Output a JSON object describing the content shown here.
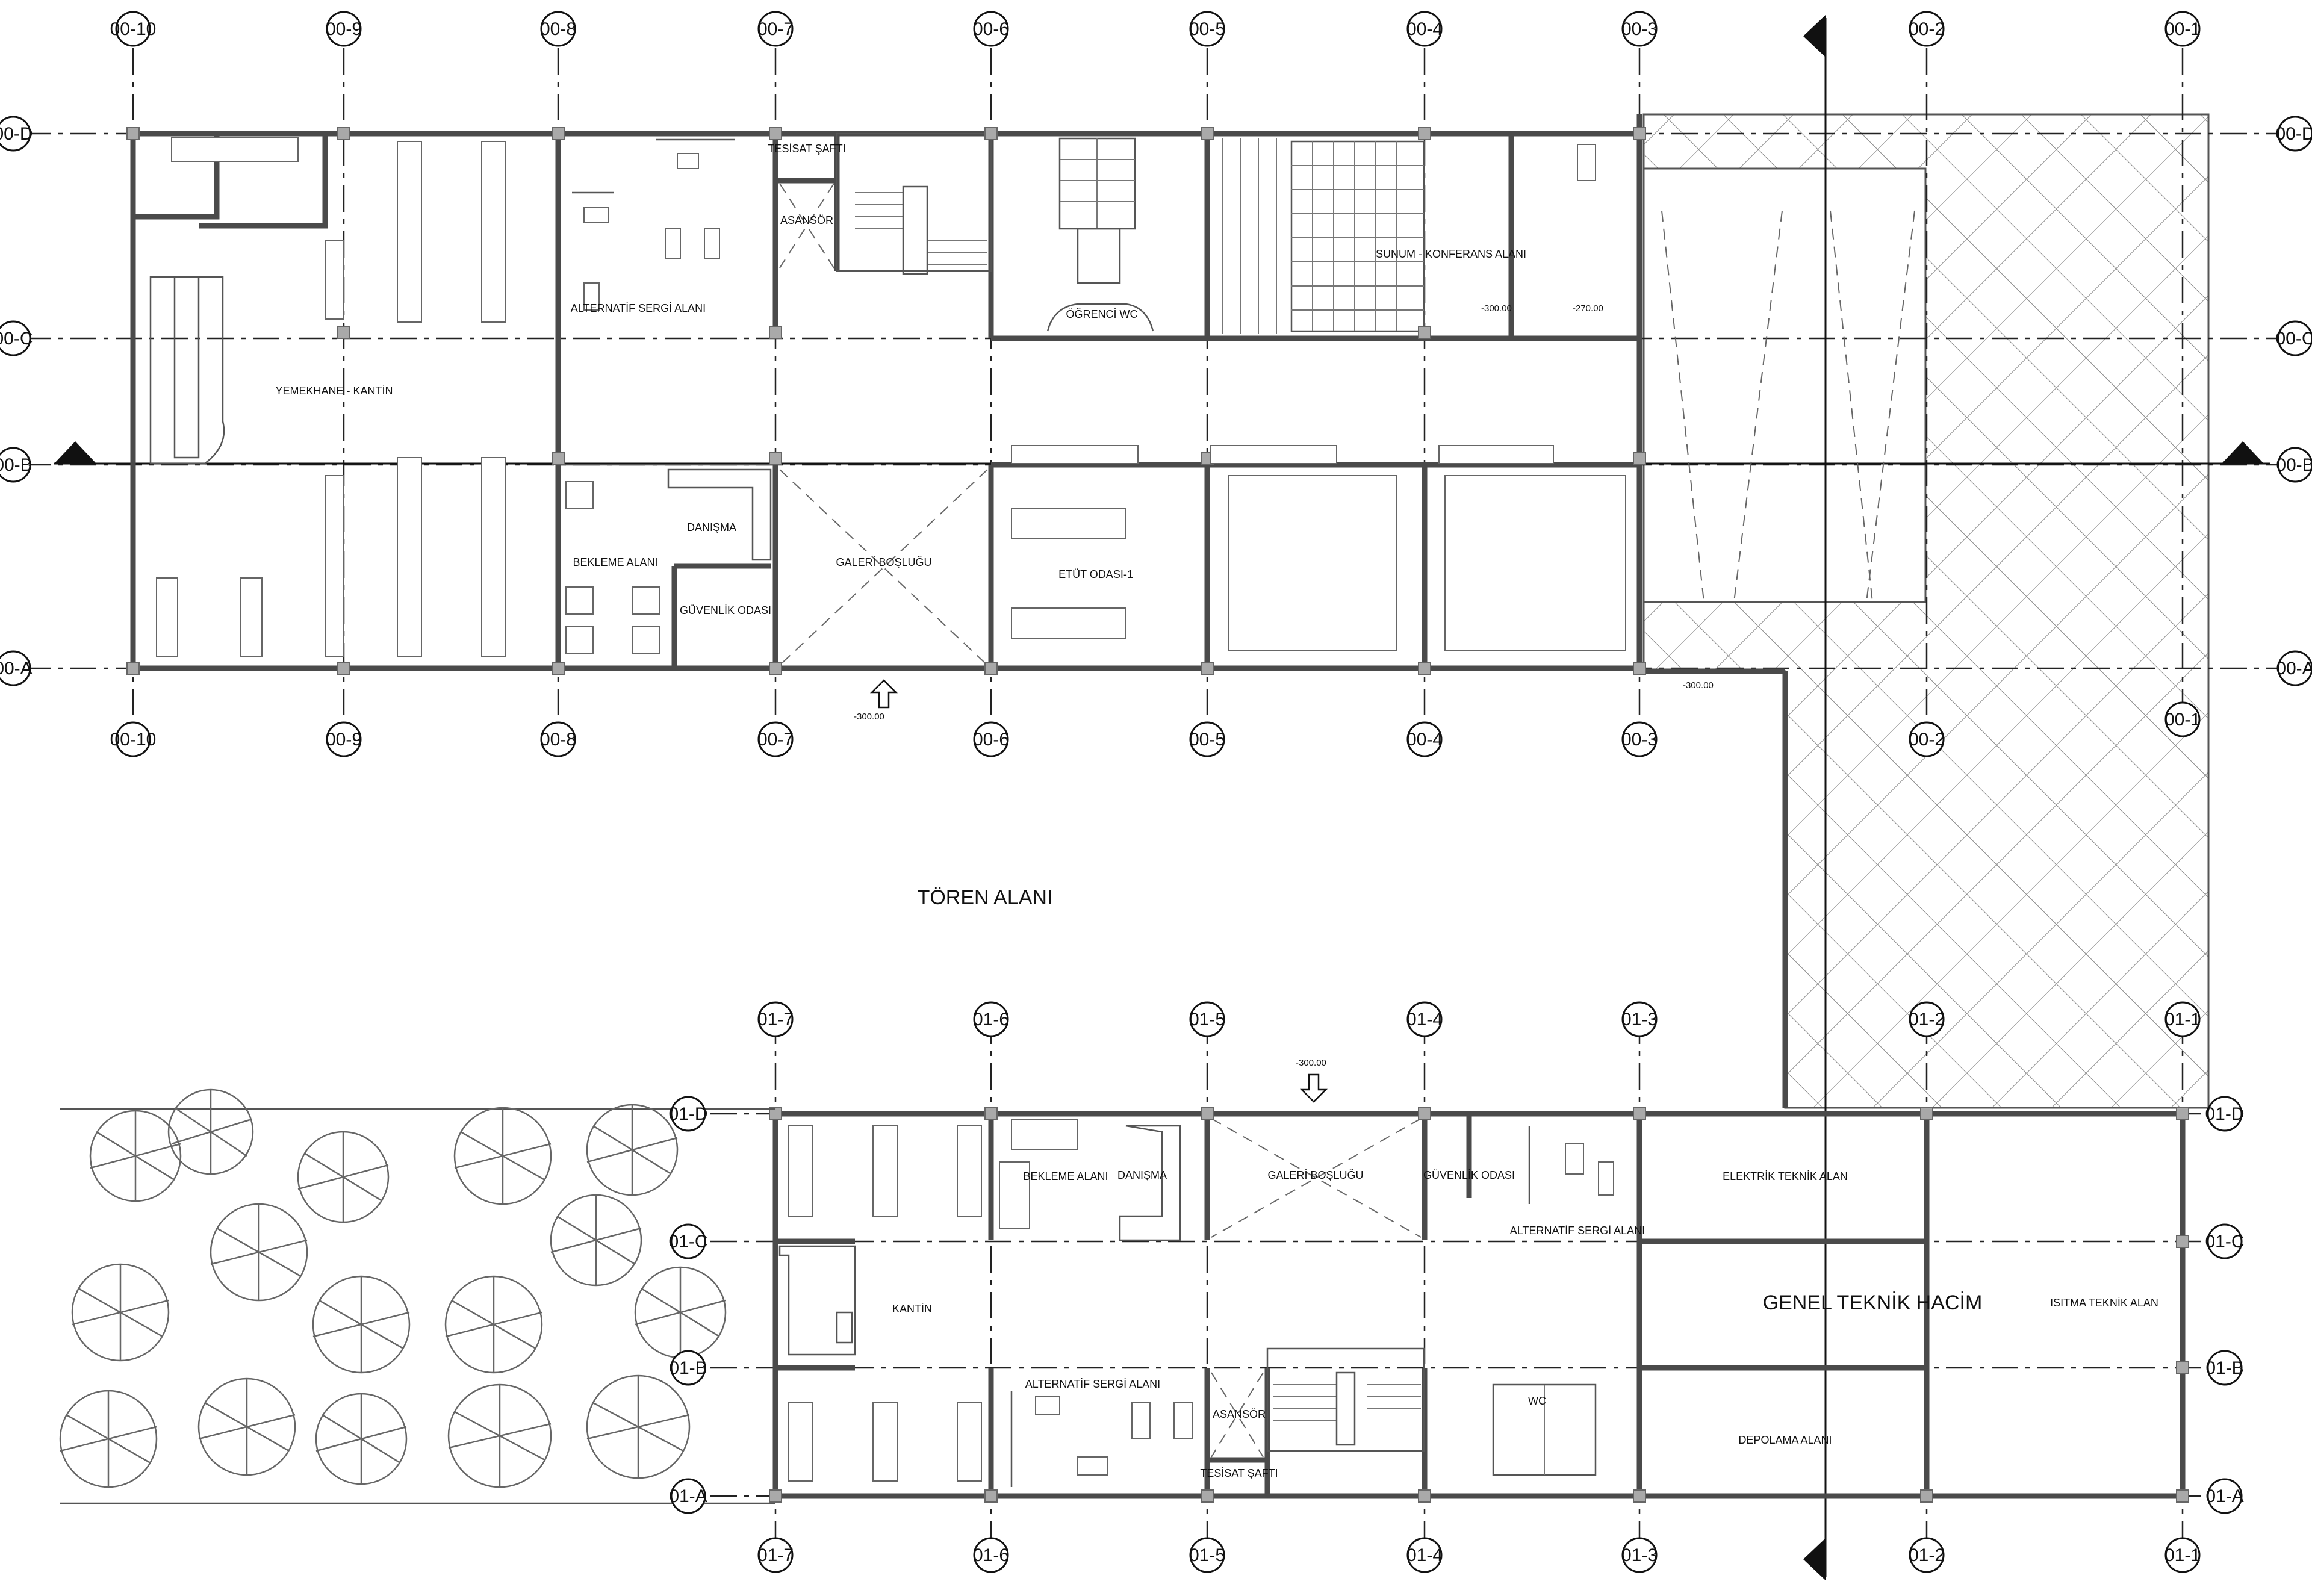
{
  "grid_top": [
    "00-10",
    "00-9",
    "00-8",
    "00-7",
    "00-6",
    "00-5",
    "00-4",
    "00-3",
    "00-2",
    "00-1"
  ],
  "grid_bottom": [
    "01-7",
    "01-6",
    "01-5",
    "01-4",
    "01-3",
    "01-2",
    "01-1"
  ],
  "grid_rows_top": [
    "00-D",
    "00-C",
    "00-B",
    "00-A"
  ],
  "grid_rows_bottom": [
    "01-D",
    "01-C",
    "01-B",
    "01-A"
  ],
  "rooms_top": {
    "yemekhane": "YEMEKHANE - KANTİN",
    "sergi": "ALTERNATİF SERGİ ALANI",
    "tesisat": "TESİSAT ŞAFTI",
    "asansor": "ASANSÖR",
    "wc": "ÖĞRENCİ WC",
    "konferans": "SUNUM - KONFERANS ALANI",
    "bekleme": "BEKLEME ALANI",
    "danisma": "DANIŞMA",
    "guvenlik": "GÜVENLİK ODASI",
    "galeri": "GALERİ BOŞLUĞU",
    "etut": "ETÜT ODASI-1"
  },
  "rooms_bottom": {
    "bekleme": "BEKLEME ALANI",
    "danisma": "DANIŞMA",
    "galeri": "GALERİ BOŞLUĞU",
    "guvenlik": "GÜVENLİK ODASI",
    "sergi_right": "ALTERNATİF SERGİ ALANI",
    "elektrik": "ELEKTRİK TEKNİK ALAN",
    "kantin": "KANTİN",
    "genel": "GENEL TEKNİK HACİM",
    "isitma": "ISITMA TEKNİK ALAN",
    "sergi_left": "ALTERNATİF SERGİ ALANI",
    "asansor": "ASANSÖR",
    "tesisat": "TESİSAT ŞAFTI",
    "wc": "WC",
    "depolama": "DEPOLAMA ALANI"
  },
  "ceremony_area": "TÖREN ALANI",
  "levels": {
    "l1": "-300.00",
    "l2": "-270.00",
    "l3": "-300.00",
    "l4": "-300.00",
    "l5": "-300.00"
  }
}
